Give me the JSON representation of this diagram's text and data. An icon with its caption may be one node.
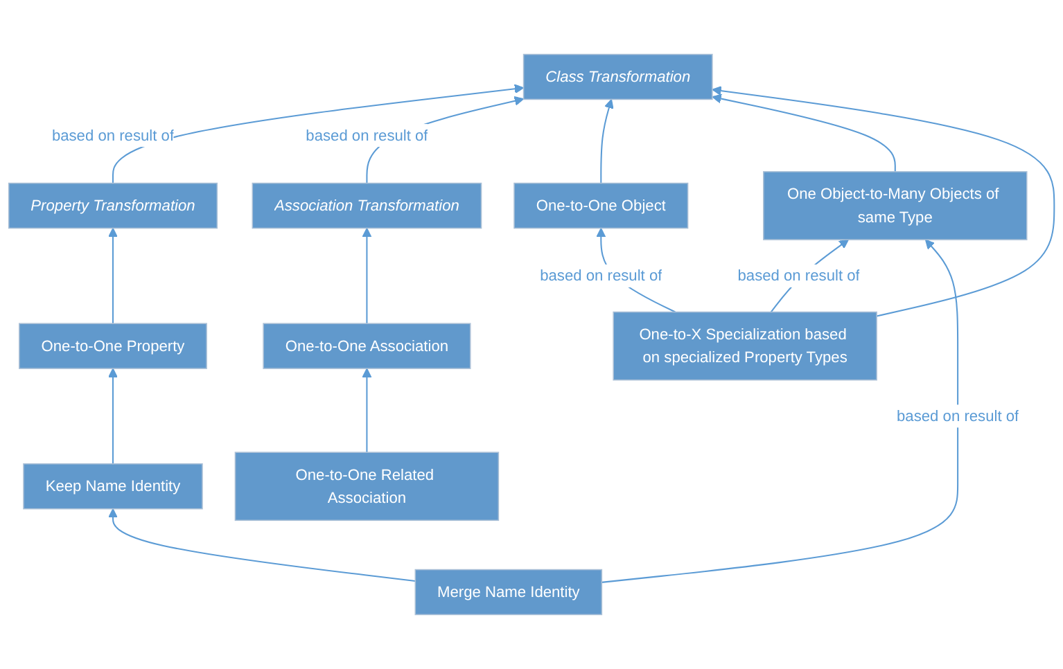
{
  "diagram": {
    "nodes": [
      {
        "text": [
          "Class Transformation"
        ]
      },
      {
        "text": [
          "One-to-One Object"
        ]
      },
      {
        "text": [
          "One Object-to-Many Objects of same Type"
        ]
      },
      {
        "text": [
          "Property Transformation"
        ]
      },
      {
        "text": [
          "One-to-X Specialization based on specialized Property Types"
        ]
      },
      {
        "text": [
          "Association Transformation"
        ]
      },
      {
        "text": [
          "One-to-One Property"
        ]
      },
      {
        "text": [
          "One-to-One Association"
        ]
      },
      {
        "text": [
          "Keep Name Identity"
        ]
      },
      {
        "text": [
          "One-to-One Related Association"
        ]
      },
      {
        "text": [
          "Merge Name Identity"
        ]
      }
    ],
    "edges": [
      {
        "from": 3,
        "to": 0,
        "arrow": "to",
        "label": "based on result of"
      },
      {
        "from": 5,
        "to": 0,
        "arrow": "to",
        "label": "based on result of"
      },
      {
        "from": 1,
        "to": 0,
        "arrow": "to"
      },
      {
        "from": 2,
        "to": 0,
        "arrow": "to"
      },
      {
        "from": 4,
        "to": 0,
        "arrow": "to"
      },
      {
        "from": 4,
        "to": 1,
        "arrow": "to",
        "label": "based on result of"
      },
      {
        "from": 4,
        "to": 2,
        "arrow": "to",
        "label": "based on result of"
      },
      {
        "from": 6,
        "to": 3,
        "arrow": "to"
      },
      {
        "from": 8,
        "to": 6,
        "arrow": "to"
      },
      {
        "from": 10,
        "to": 8,
        "arrow": "to"
      },
      {
        "from": 7,
        "to": 5,
        "arrow": "to"
      },
      {
        "from": 9,
        "to": 7,
        "arrow": "to"
      },
      {
        "from": 10,
        "to": 2,
        "arrow": "to",
        "label": "based on result of"
      }
    ]
  }
}
